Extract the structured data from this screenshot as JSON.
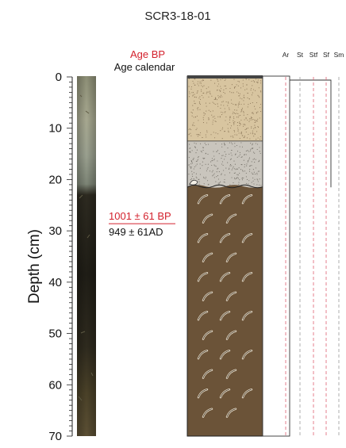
{
  "title": "SCR3-18-01",
  "age_bp_label": "Age BP",
  "age_cal_label": "Age calendar",
  "age_bp_value": "1001 ± 61 BP",
  "age_cal_value": "949 ± 61AD",
  "ylabel": "Depth (cm)",
  "yticks": [
    "0",
    "10",
    "20",
    "30",
    "40",
    "50",
    "60",
    "70"
  ],
  "grain_columns": [
    "Ar",
    "St",
    "Stf",
    "Sf",
    "Sm"
  ],
  "colors": {
    "age_bp": "#d3212d",
    "sand": "#d8c5a0",
    "silt_gray": "#c9c5bd",
    "organic": "#6b5338",
    "guide_red": "#e06070",
    "guide_gray": "#9b9b9b"
  },
  "chart_data": {
    "type": "table",
    "ylim": [
      0,
      70
    ],
    "age_sample_depth": 28.6,
    "layers": [
      {
        "top": 0.0,
        "bottom": 12.5,
        "fill": "sand"
      },
      {
        "top": 12.5,
        "bottom": 21.2,
        "fill": "silt_gray"
      },
      {
        "top": 21.2,
        "bottom": 70.0,
        "fill": "organic"
      }
    ]
  }
}
